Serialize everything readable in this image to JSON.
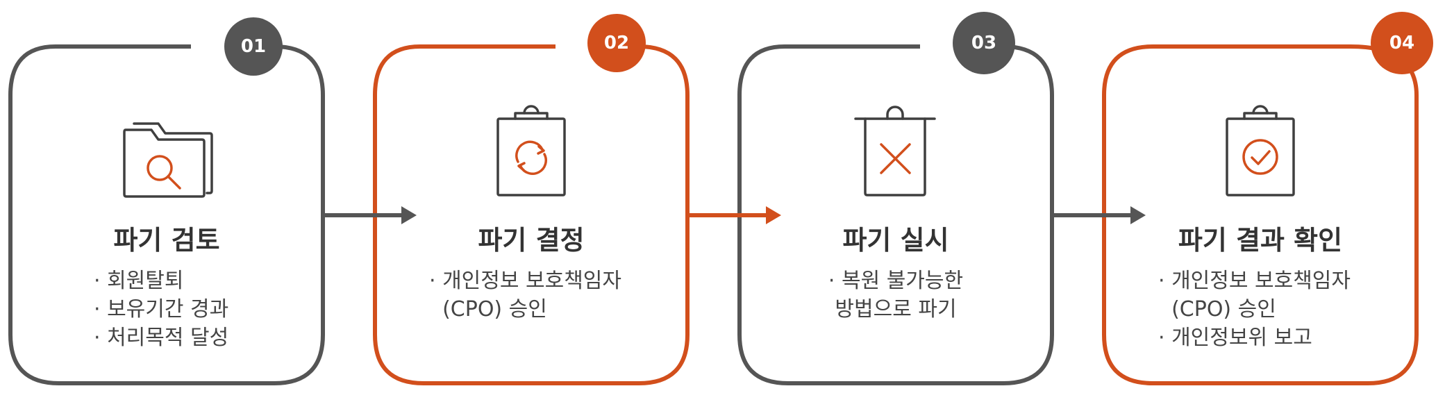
{
  "colors": {
    "gray": "#555555",
    "orange": "#D24F1C",
    "icon_dark": "#3f3f3f",
    "text_dark": "#333333",
    "text_body": "#444444"
  },
  "steps": [
    {
      "number": "01",
      "title": "파기 검토",
      "frame_color": "gray",
      "icon": "folder-search-icon",
      "items": [
        "· 회원탈퇴",
        "· 보유기간 경과",
        "· 처리목적 달성"
      ]
    },
    {
      "number": "02",
      "title": "파기 결정",
      "frame_color": "orange",
      "icon": "clipboard-refresh-icon",
      "items": [
        "· 개인정보 보호책임자",
        "  (CPO) 승인"
      ]
    },
    {
      "number": "03",
      "title": "파기 실시",
      "frame_color": "gray",
      "icon": "trash-cancel-icon",
      "items": [
        "· 복원 불가능한",
        "방법으로 파기"
      ]
    },
    {
      "number": "04",
      "title": "파기 결과 확인",
      "frame_color": "orange",
      "icon": "clipboard-check-icon",
      "items": [
        "· 개인정보 보호책임자",
        "  (CPO) 승인",
        "· 개인정보위 보고"
      ]
    }
  ]
}
